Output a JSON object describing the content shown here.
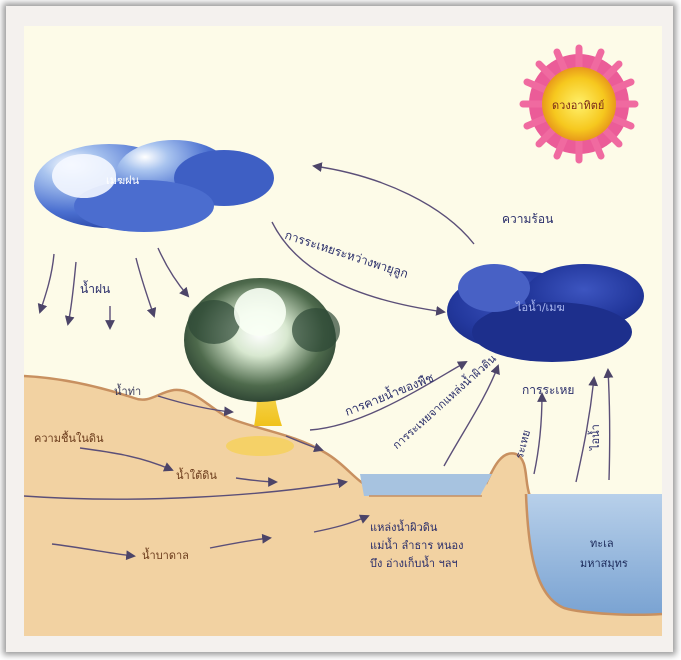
{
  "labels": {
    "sun": "ดวงอาทิตย์",
    "heat": "ความร้อน",
    "rain_cloud": "เมฆฝน",
    "rain": "น้ำฝน",
    "vapor_cloud": "ไอน้ำ/เมฆ",
    "sublimation": "การระเหยระหว่างพายุลูก",
    "transpiration": "การคายน้ำของพืช",
    "evap_surface": "การระเหยจากแหล่งน้ำผิวดิน",
    "evaporation": "การระเหย",
    "evap_arrow_1": "ระเหย",
    "evap_arrow_2": "ไอน้ำ",
    "runoff": "น้ำท่า",
    "soil_moisture": "ความชื้นในดิน",
    "infiltration": "น้ำใต้ดิน",
    "groundwater": "น้ำบาดาล",
    "surface_water_title": "แหล่งน้ำผิวดิน",
    "surface_water_line2": "แม่น้ำ ลำธาร หนอง",
    "surface_water_line3": "บึง อ่างเก็บน้ำ ฯลฯ",
    "ocean_line1": "ทะเล",
    "ocean_line2": "มหาสมุทร"
  },
  "colors": {
    "sun_core": "#f6c81e",
    "sun_rays": "#e8408a",
    "cloud_blue": "#3f63c4",
    "cloud_dark": "#1c2f8f",
    "soil": "#f2d2a2",
    "water": "#9cbcdc",
    "arrow": "#5b4f78"
  }
}
